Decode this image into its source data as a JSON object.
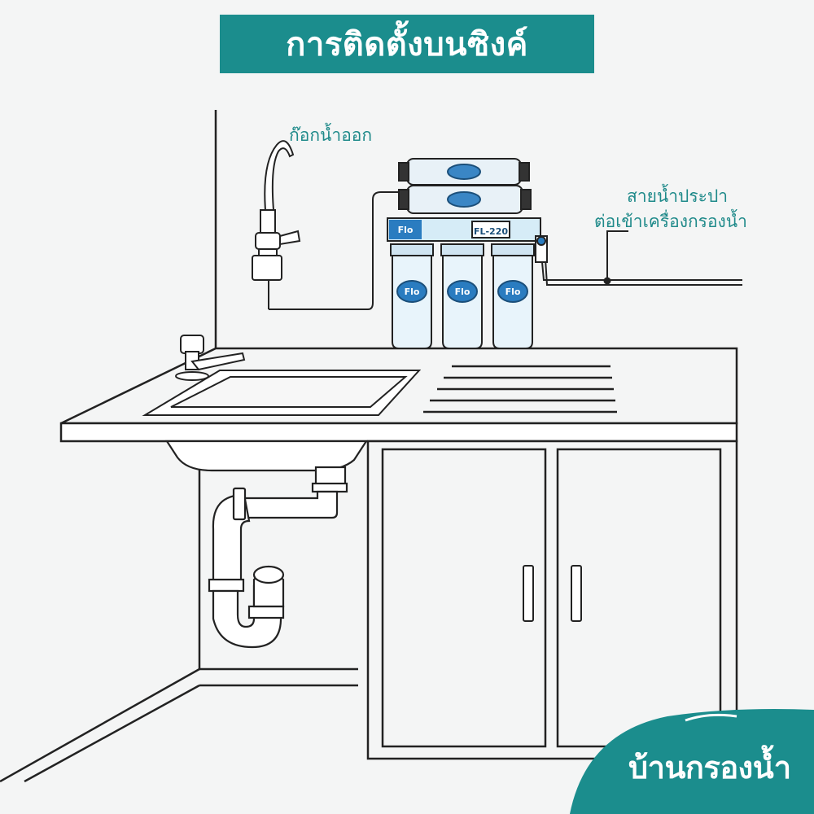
{
  "title": "การติดตั้งบนซิงค์",
  "labels": {
    "faucet": "ก๊อกน้ำออก",
    "supply_line_1": "สายน้ำประปา",
    "supply_line_2": "ต่อเข้าเครื่องกรองน้ำ"
  },
  "filter": {
    "brand": "Flo",
    "model": "FL-220"
  },
  "brand_logo": "บ้านกรองน้ำ",
  "colors": {
    "accent": "#1b8d8d",
    "background": "#f4f5f5",
    "line": "#1f1f1f"
  }
}
